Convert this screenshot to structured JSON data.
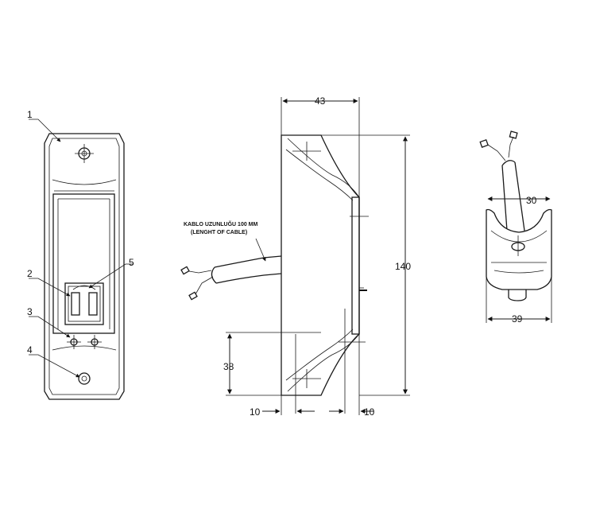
{
  "front_view": {
    "callouts": [
      {
        "id": "1",
        "label": "1"
      },
      {
        "id": "2",
        "label": "2"
      },
      {
        "id": "3",
        "label": "3"
      },
      {
        "id": "4",
        "label": "4"
      },
      {
        "id": "5",
        "label": "5"
      }
    ]
  },
  "side_view": {
    "dim_width": "43",
    "dim_height": "140",
    "dim_lower": "38",
    "dim_bottom_left": "10",
    "dim_bottom_right": "10",
    "cable_note_line1": "KABLO UZUNLUĞU 100 MM",
    "cable_note_line2": "(LENGHT OF CABLE)"
  },
  "top_view": {
    "dim_inner": "30",
    "dim_outer": "39"
  }
}
